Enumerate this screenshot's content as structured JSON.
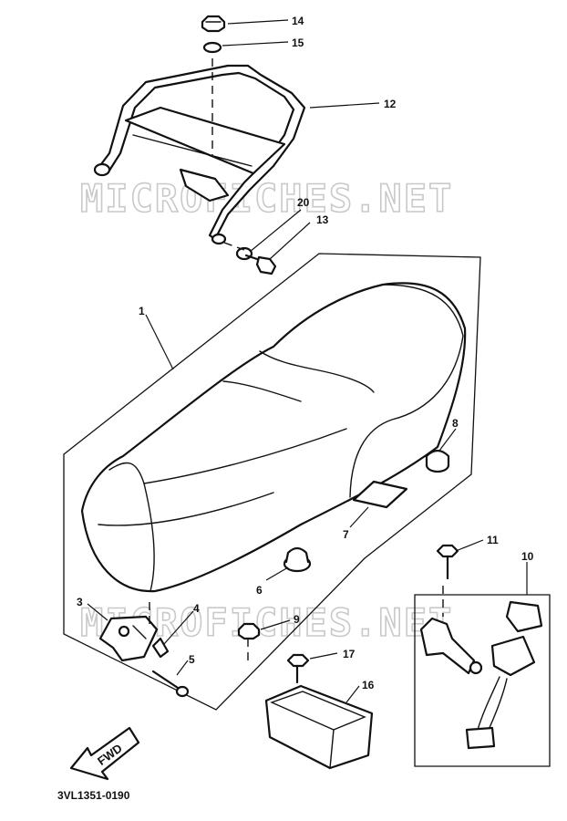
{
  "diagram": {
    "code": "3VL1351-0190",
    "watermark": "MICROFICHES.NET",
    "direction_label": "FWD",
    "callouts": {
      "c1": "1",
      "c3": "3",
      "c4": "4",
      "c5": "5",
      "c6": "6",
      "c7": "7",
      "c8": "8",
      "c9": "9",
      "c10": "10",
      "c11": "11",
      "c12": "12",
      "c13": "13",
      "c14": "14",
      "c15": "15",
      "c16": "16",
      "c17": "17",
      "c20": "20"
    }
  }
}
